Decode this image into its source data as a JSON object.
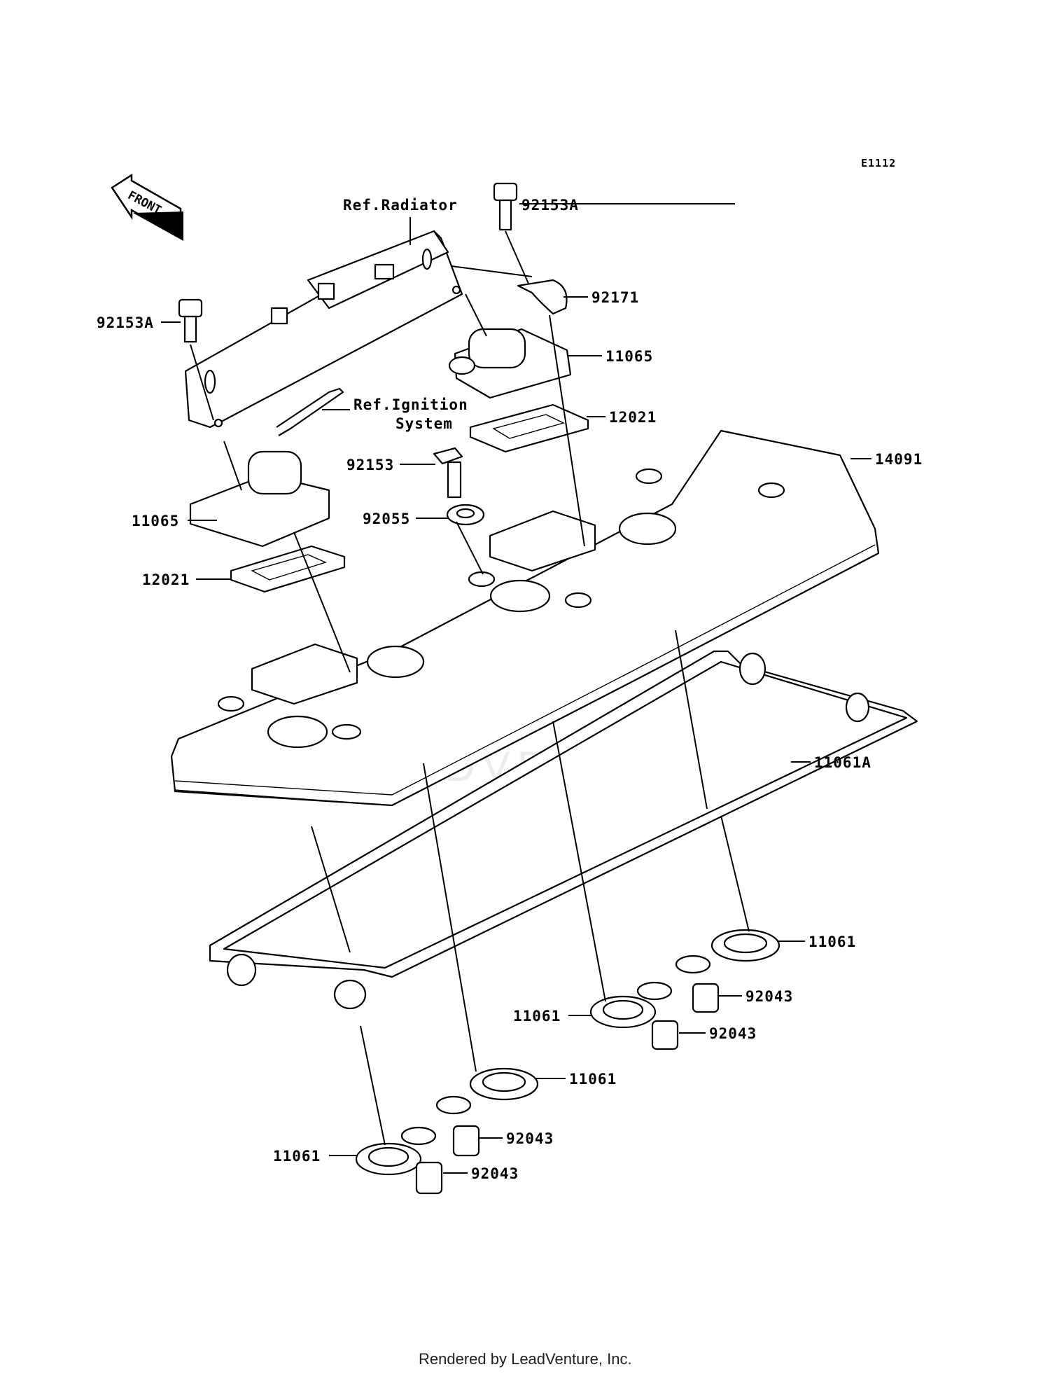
{
  "diagram_code": "E1112",
  "front_label": "FRONT",
  "watermark": "LEADVENTURE",
  "footer": "Rendered by LeadVenture, Inc.",
  "callouts": {
    "ref_radiator": "Ref.Radiator",
    "ref_ignition_1": "Ref.Ignition",
    "ref_ignition_2": "System",
    "p92153A_top": "92153A",
    "p92153A_left": "92153A",
    "p92171": "92171",
    "p11065_right": "11065",
    "p12021_right": "12021",
    "p14091": "14091",
    "p92153": "92153",
    "p92055": "92055",
    "p11065_left": "11065",
    "p12021_left": "12021",
    "p11061A": "11061A",
    "p11061_a": "11061",
    "p92043_a": "92043",
    "p11061_b": "11061",
    "p92043_b": "92043",
    "p11061_c": "11061",
    "p92043_c": "92043",
    "p11061_d": "11061",
    "p92043_d": "92043"
  }
}
